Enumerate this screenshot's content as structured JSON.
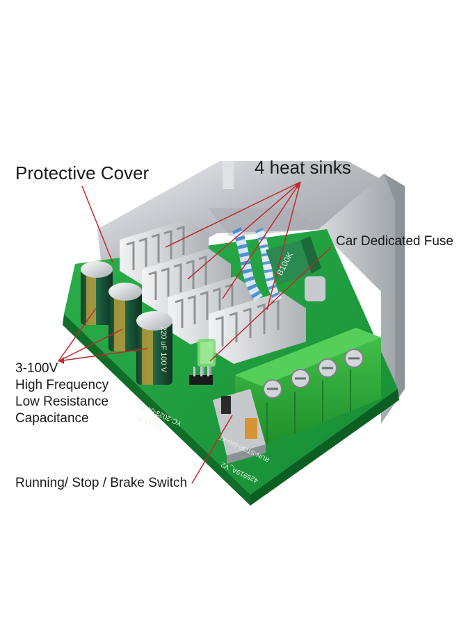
{
  "labels": {
    "protective_cover": "Protective Cover",
    "heat_sinks": "4 heat sinks",
    "fuse": "Car Dedicated Fuse",
    "capacitors": [
      "3-100V",
      "High Frequency",
      "Low Resistance",
      "Capacitance"
    ],
    "switch": "Running/ Stop / Brake Switch"
  },
  "board_markings": {
    "potentiometer": "B100K",
    "capacitor": "220 uF 100 V",
    "pcb_date": "YC-2023-04-28",
    "pcb_ver": "ST-A1.0",
    "pcb_model": "425919A_V2",
    "switch_text": "RUN-STOP-BRAKE"
  },
  "colors": {
    "pointer": "#c0282d",
    "pcb": "#1f9a3e",
    "terminal": "#2eae3a",
    "heatsink": "#c9ccd0",
    "capacitor": "#1d5a3c"
  }
}
